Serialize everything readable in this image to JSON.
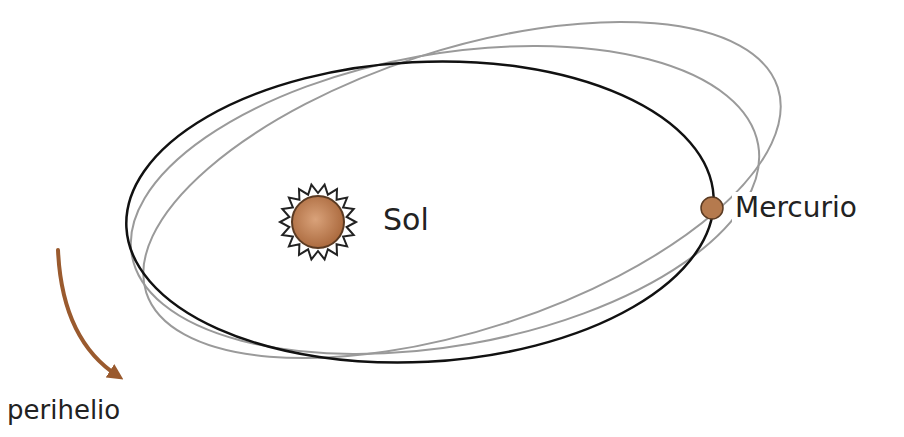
{
  "diagram": {
    "labels": [
      "Sol",
      "Mercurio",
      "perihelio"
    ]
  }
}
